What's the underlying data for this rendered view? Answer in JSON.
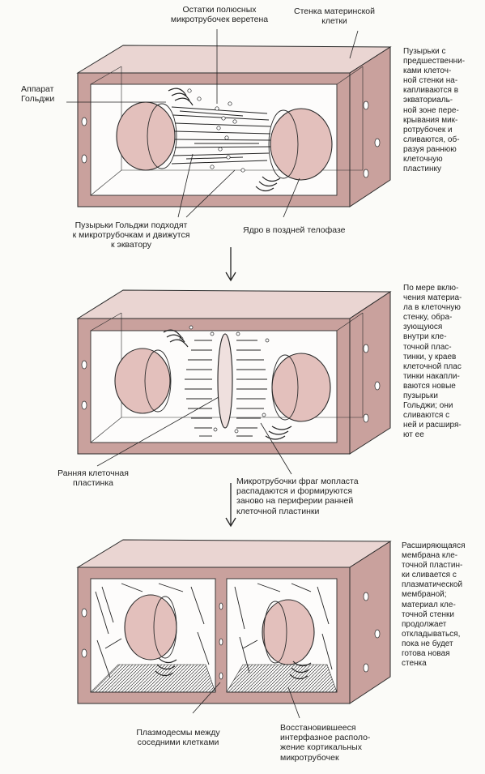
{
  "labels": {
    "spindle_remnants": "Остатки полюсных\nмикротрубочек веретена",
    "mother_wall": "Стенка материнской\nклетки",
    "golgi_apparatus": "Аппарат\nГольджи",
    "note_1": "Пузырьки с\nпредшественни-\nками клеточ-\nной стенки на-\nкапливаются в\nэкваториаль-\nной зоне пере-\nкрывания мик-\nротрубочек и\nсливаются, об-\nразуя раннюю\nклеточную\nпластинку",
    "golgi_vesicles": "Пузырьки Гольджи подходят\nк микротрубочкам и движутся\nк экватору",
    "late_telophase_nucleus": "Ядро в поздней телофазе",
    "note_2": "По мере вклю-\nчения материа-\nла в клеточную\nстенку, обра-\nзующуюся\nвнутри кле-\nточной плас-\nтинки, у краев\nклеточной плас\nтинки накапли-\nваются новые\nпузырьки\nГольджи; они\nсливаются с\nней и расширя-\nют ее",
    "early_cell_plate": "Ранняя клеточная\nпластинка",
    "phragmoplast": "Микротрубочки фраг мопласта\nраспадаются и формируются\nзаново на периферии ранней\nклеточной пластинки",
    "note_3": "Расширяющаяся\nмембрана кле-\nточной пластин-\nки сливается с\nплазматической\nмембраной;\nматериал кле-\nточной стенки\nпродолжает\nоткладываться,\nпока не будет\nготова новая\nстенка",
    "plasmodesmata": "Плазмодесмы между\nсоседними клетками",
    "cortical_microtubules": "Восстановившееся\nинтерфазное располо-\nжение кортикальных\nмикротрубочек"
  },
  "colors": {
    "wall": "#c9a19d",
    "wall_dark": "#a87c78",
    "nucleus": "#e3c0bc",
    "ink": "#2a2a2a",
    "background": "#fbfbf8"
  }
}
